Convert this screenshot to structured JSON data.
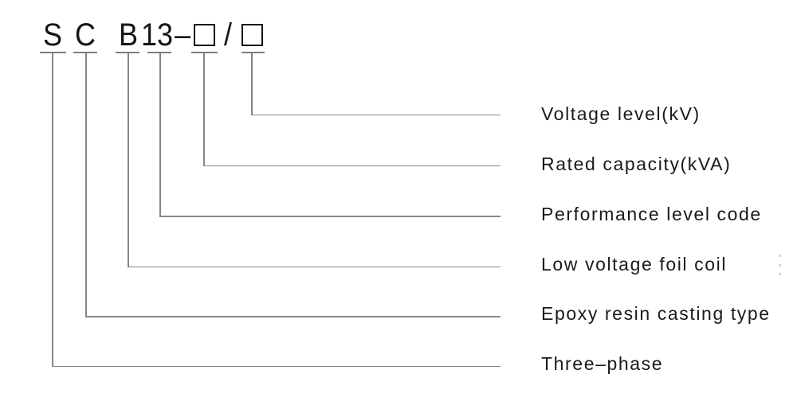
{
  "diagram": {
    "type": "model-designation-key",
    "code": {
      "letter_s": "S",
      "letter_c": "C",
      "letter_b": "B",
      "number": "13",
      "dash": "–",
      "slash": "/",
      "placeholder_box_1": "empty-square",
      "placeholder_box_2": "empty-square"
    },
    "rows": [
      {
        "label": "Voltage level(kV)",
        "connects_to": "box-after-slash"
      },
      {
        "label": "Rated capacity(kVA)",
        "connects_to": "box-before-slash"
      },
      {
        "label": "Performance level code",
        "connects_to": "13"
      },
      {
        "label": "Low voltage foil coil",
        "connects_to": "B"
      },
      {
        "label": "Epoxy resin casting type",
        "connects_to": "C"
      },
      {
        "label": "Three–phase",
        "connects_to": "S"
      }
    ],
    "colors": {
      "background": "#ffffff",
      "code_text": "#161616",
      "label_text": "#1a1a1a",
      "line": "#868686",
      "underline_bar": "#7d7d7d",
      "box_border": "#111111"
    }
  }
}
